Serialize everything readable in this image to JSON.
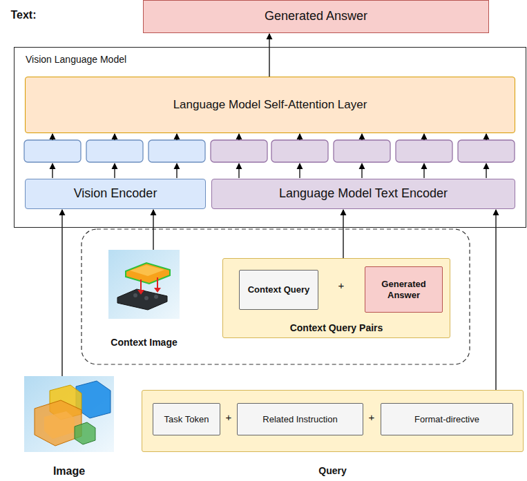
{
  "diagram": {
    "nodes": [
      {
        "text": [
          "Generated Answer"
        ]
      },
      {
        "text": [
          "Vision Language Model"
        ]
      },
      {
        "text": [
          "Language Model Self-Attention Layer"
        ],
        "in": 1
      },
      {
        "text": [
          "Vision Encoder"
        ],
        "in": 1
      },
      {
        "text": [
          "Language Model Text Encoder"
        ],
        "in": 1
      },
      {
        "text": [
          "Context Image"
        ]
      },
      {
        "text": [
          "Context  Query Pairs"
        ]
      },
      {
        "text": [
          "Context Query"
        ],
        "in": 6
      },
      {
        "text": [
          "Generated Answer"
        ],
        "in": 6
      },
      {
        "text": [
          "Image"
        ]
      },
      {
        "text": [
          "Query"
        ]
      },
      {
        "text": [
          "Task Token"
        ],
        "in": 10
      },
      {
        "text": [
          "Related Instruction"
        ],
        "in": 10
      },
      {
        "text": [
          "Format-directive"
        ],
        "in": 10
      }
    ],
    "edges": [
      {
        "from": 2,
        "to": 0,
        "arrow": "to"
      },
      {
        "from": 9,
        "to": 3,
        "arrow": "to"
      },
      {
        "from": 5,
        "to": 3,
        "arrow": "to"
      },
      {
        "from": 6,
        "to": 4,
        "arrow": "to"
      },
      {
        "from": 10,
        "to": 4,
        "arrow": "to"
      }
    ],
    "labels": [
      "Text:",
      "+",
      "+",
      "+"
    ]
  }
}
